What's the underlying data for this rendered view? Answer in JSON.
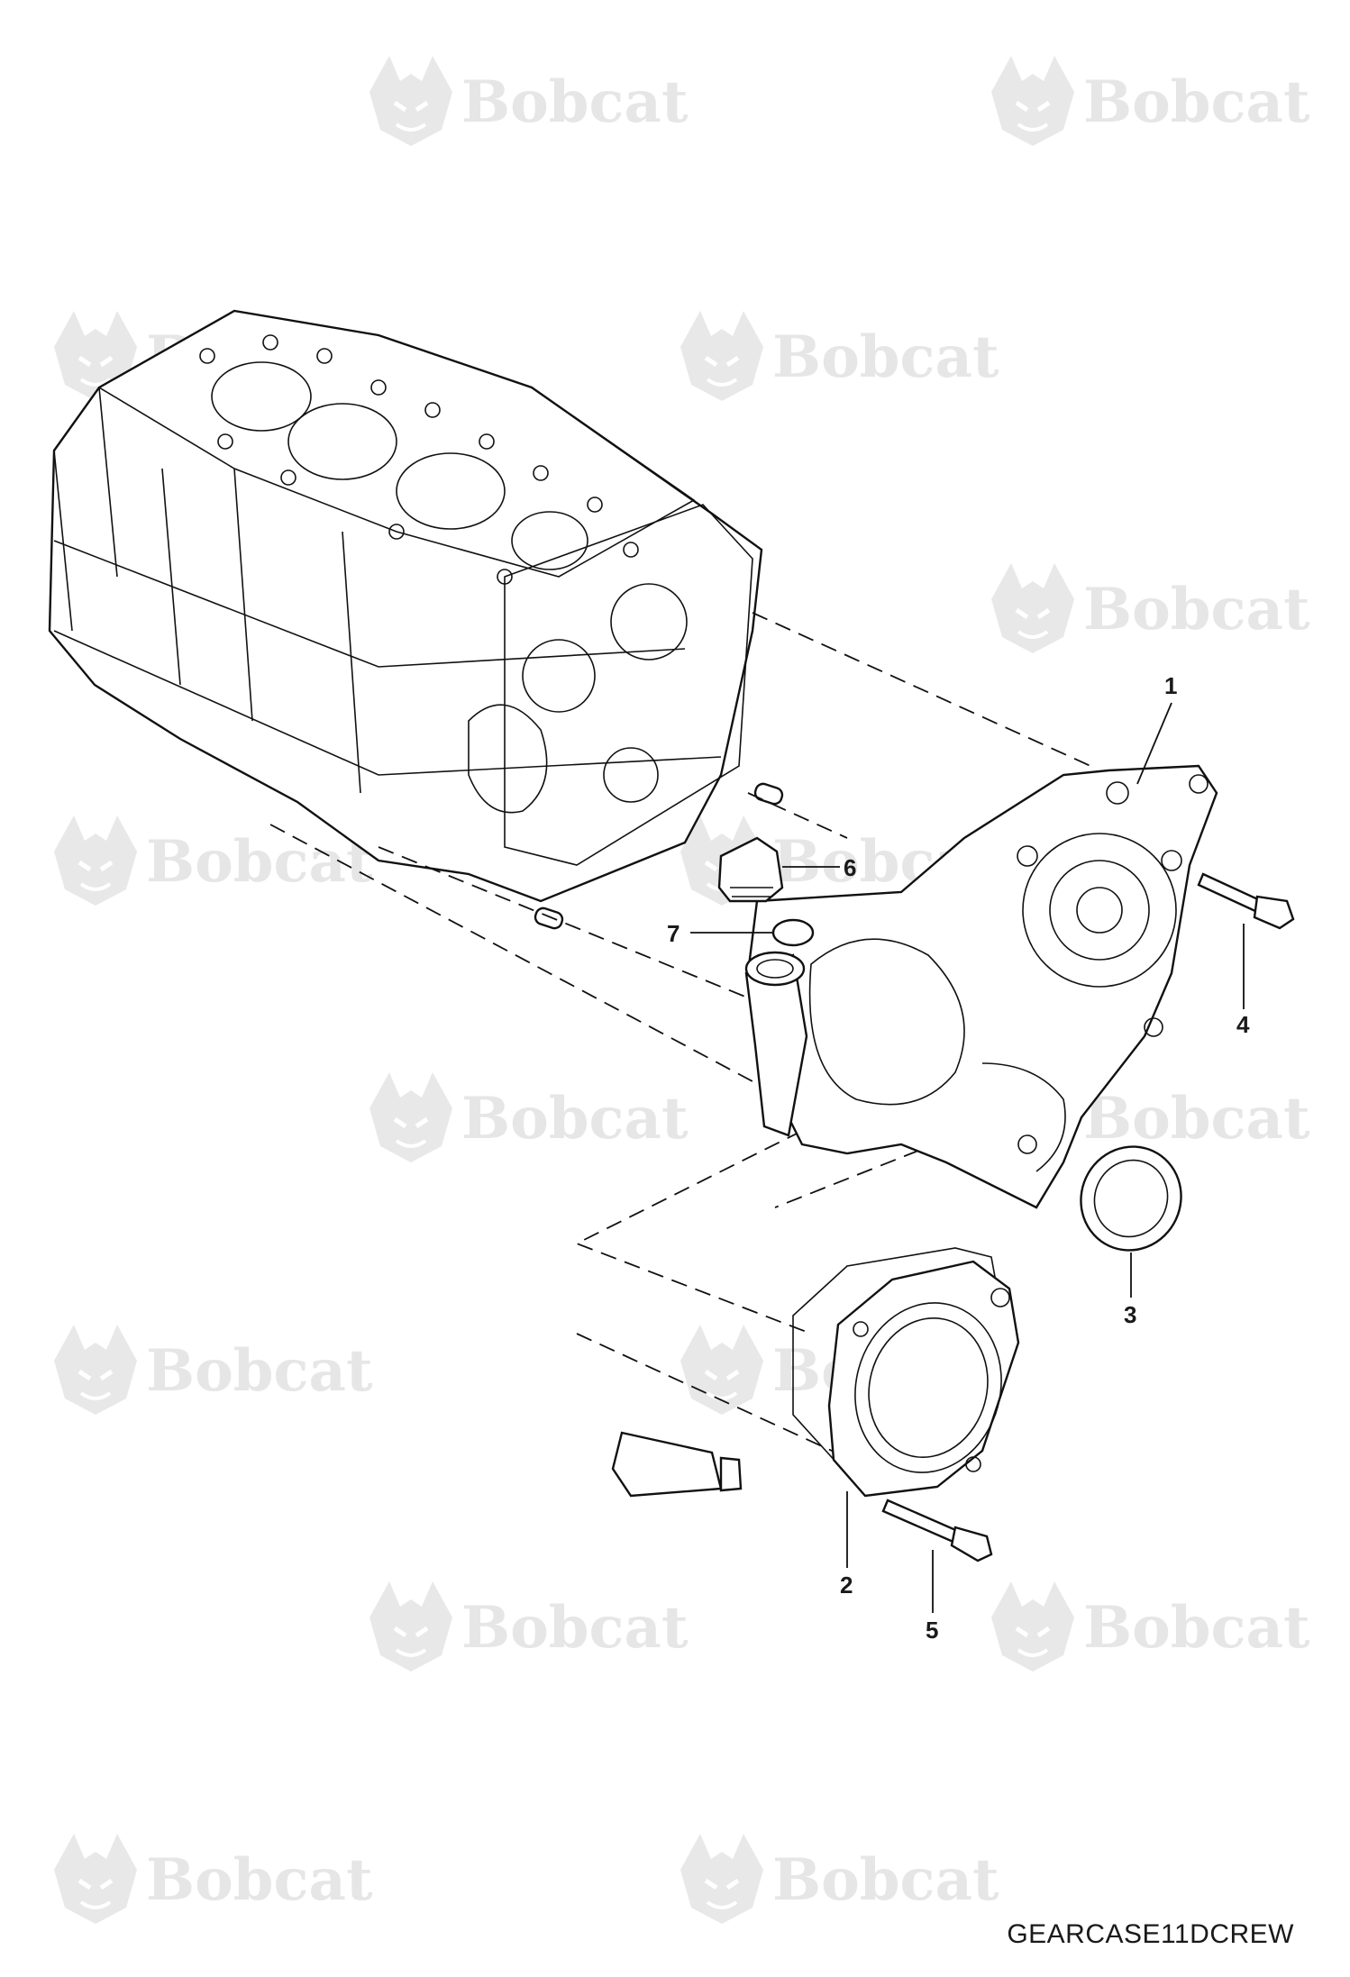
{
  "watermark": {
    "text": "Bobcat",
    "color": "#e6e6e6"
  },
  "callouts": [
    {
      "id": "1",
      "label": "1"
    },
    {
      "id": "2",
      "label": "2"
    },
    {
      "id": "3",
      "label": "3"
    },
    {
      "id": "4",
      "label": "4"
    },
    {
      "id": "5",
      "label": "5"
    },
    {
      "id": "6",
      "label": "6"
    },
    {
      "id": "7",
      "label": "7"
    }
  ],
  "caption": "GEARCASE11DCREW"
}
